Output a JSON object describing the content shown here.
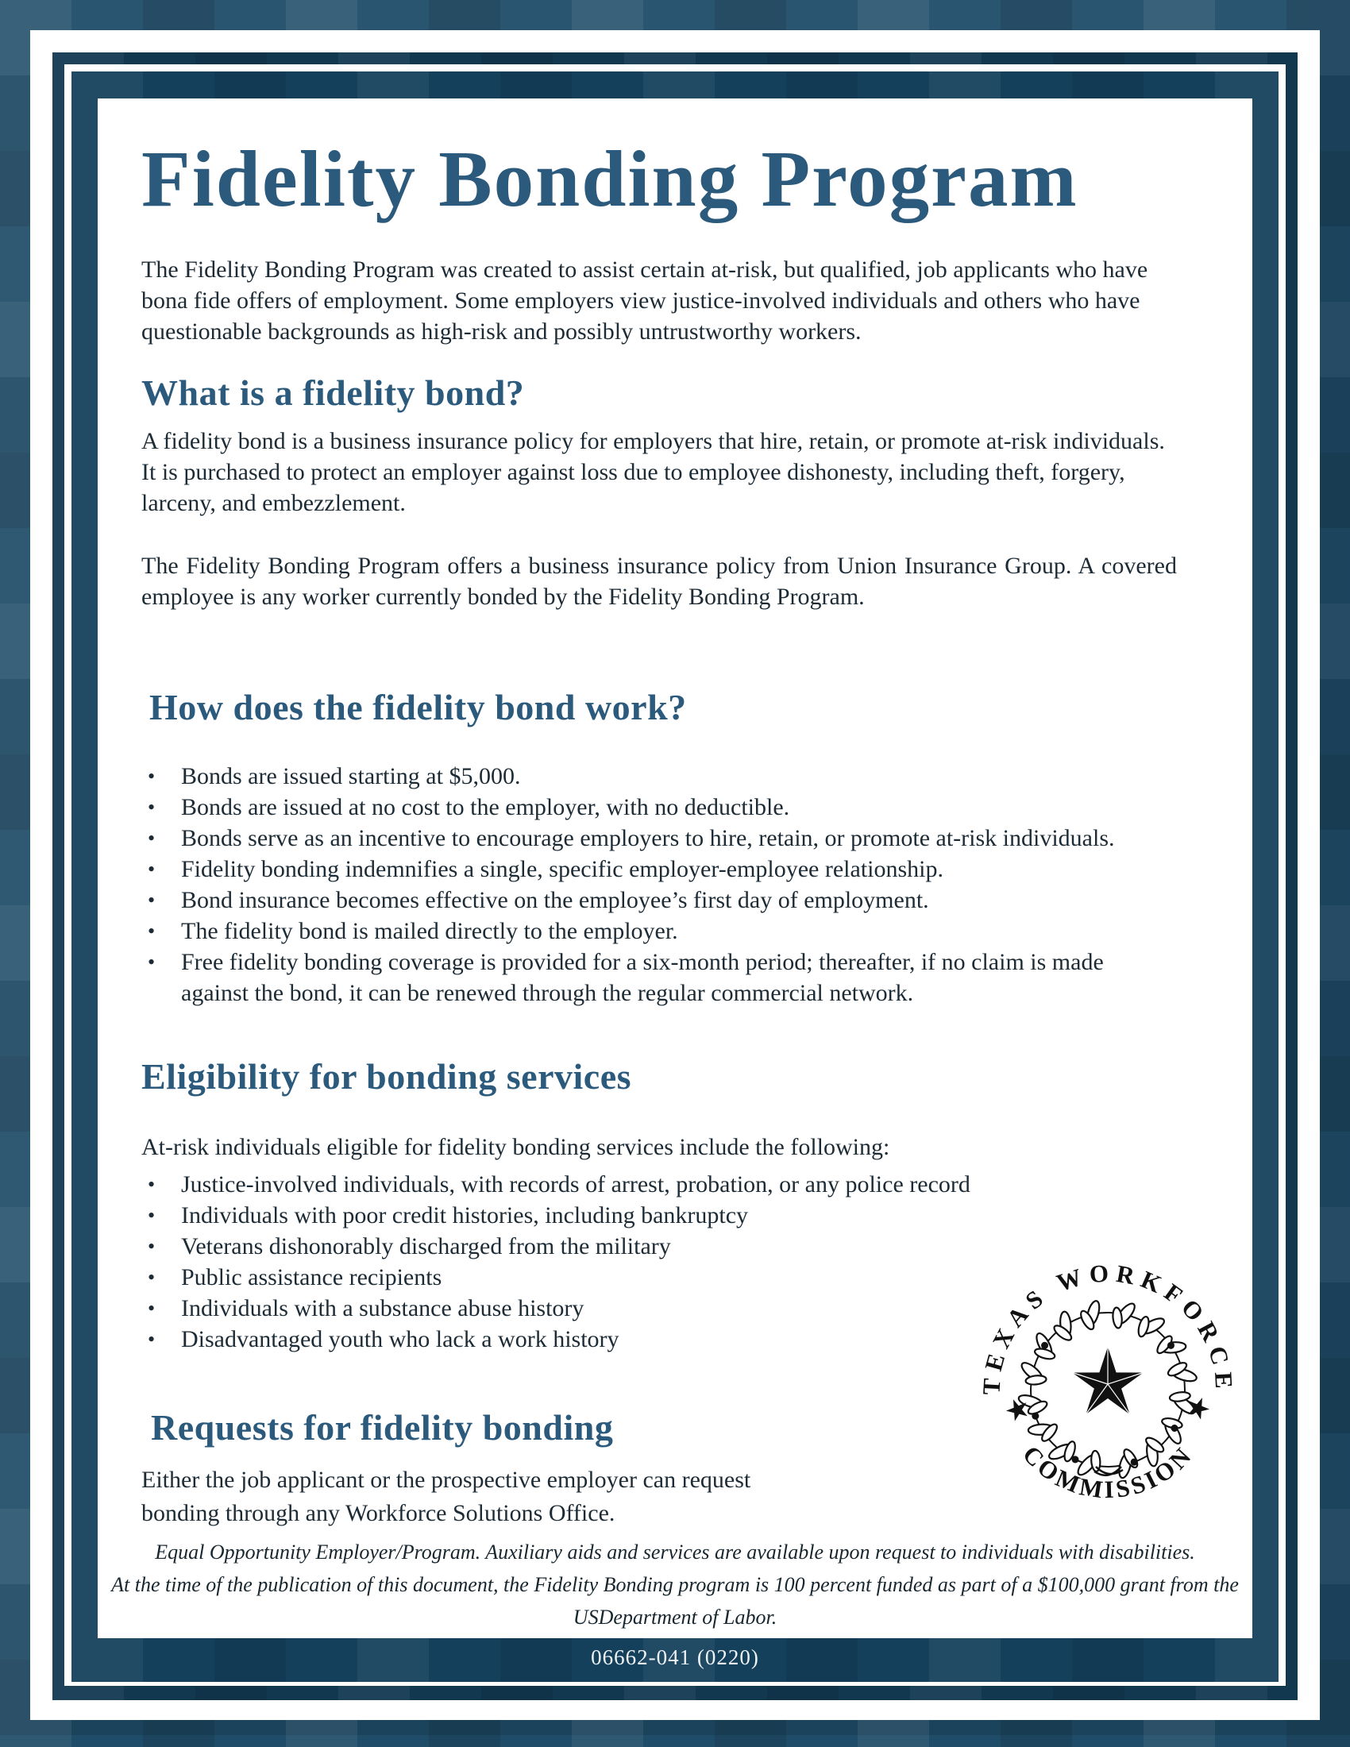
{
  "page": {
    "title": "Fidelity Bonding Program",
    "intro": "The Fidelity Bonding Program was created to assist certain at-risk, but qualified, job applicants who have bona fide offers of employment.  Some employers view justice-involved individuals and others who have questionable backgrounds as high-risk and possibly untrustworthy workers.",
    "doc_number": "06662-041 (0220)"
  },
  "sections": {
    "what": {
      "heading": "What is a fidelity bond?",
      "p1": "A fidelity bond is a business insurance policy for employers that hire, retain, or promote at-risk individuals. It is purchased to protect an employer against loss due to employee dishonesty, including theft, forgery, larceny, and embezzlement.",
      "p2": "The Fidelity Bonding Program offers a business insurance policy from Union Insurance Group. A covered employee is any worker currently bonded by the Fidelity Bonding Program."
    },
    "how": {
      "heading": "How does the fidelity bond work?",
      "bullets": [
        "Bonds are issued starting at $5,000.",
        "Bonds are issued at no cost to the employer, with no deductible.",
        "Bonds serve as an incentive to encourage employers to hire, retain, or promote at-risk individuals.",
        "Fidelity bonding indemnifies a single, specific employer-employee relationship.",
        "Bond insurance becomes effective on the employee’s first day of employment.",
        "The fidelity bond is mailed directly to the employer.",
        "Free fidelity bonding coverage is provided for a six-month period; thereafter, if no claim is made against the bond, it can be renewed through the regular commercial network."
      ]
    },
    "eligibility": {
      "heading": "Eligibility for bonding services",
      "intro": "At-risk individuals eligible for fidelity bonding services include the following:",
      "bullets": [
        "Justice-involved individuals, with records of arrest, probation, or any police record",
        "Individuals with poor credit histories, including bankruptcy",
        "Veterans dishonorably discharged from the military",
        "Public assistance recipients",
        "Individuals with a substance abuse history",
        "Disadvantaged youth who lack a work history"
      ]
    },
    "requests": {
      "heading": "Requests for fidelity bonding",
      "p": "Either the job applicant or the prospective employer can request bonding through any Workforce Solutions Office."
    }
  },
  "seal": {
    "arc_top": "TEXAS WORKFORCE",
    "arc_bottom": "COMMISSION",
    "star": "★"
  },
  "footer": {
    "line1": "Equal Opportunity Employer/Program. Auxiliary aids and services are available upon request to individuals with disabilities.",
    "line2": "At the time of the publication of this document, the Fidelity Bonding program is 100 percent funded as part of a $100,000 grant from the USDepartment of Labor."
  },
  "colors": {
    "heading_blue": "#2b5a7c",
    "body_text": "#1c2b35",
    "border_navy": "#123850",
    "border_plaid_base": "#1f4c68",
    "seal_ink": "#111111"
  }
}
